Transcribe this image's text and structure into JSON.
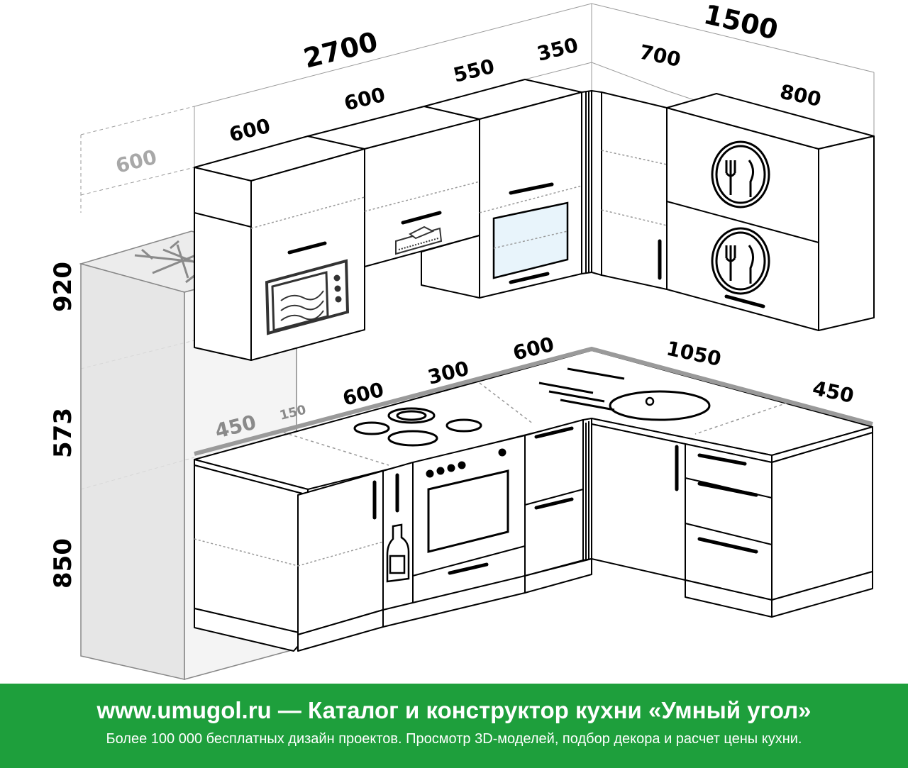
{
  "dimensions": {
    "upper_total": "2700",
    "right_total": "1500",
    "upper_1": "600",
    "upper_2": "600",
    "upper_3": "550",
    "upper_4": "350",
    "right_upper_1": "700",
    "right_upper_2": "800",
    "fridge_depth": "600",
    "height_upper": "920",
    "height_mid": "573",
    "height_base": "850",
    "base_1": "450",
    "base_2": "150",
    "base_3": "600",
    "base_4": "300",
    "base_5": "600",
    "right_base_1": "1050",
    "right_base_2": "450"
  },
  "colors": {
    "footer_bg": "#1e9f3c",
    "footer_text": "#ffffff",
    "line": "#000000",
    "fridge": "#e6e6e6",
    "glass": "#e8f4fb"
  },
  "icons": [
    "snowflake-icon",
    "microwave-icon",
    "range-hood-icon",
    "oven-icon",
    "cooktop-icon",
    "bottle-icon",
    "sink-icon",
    "cutlery-plate-icon"
  ],
  "footer": {
    "headline": "www.umugol.ru — Каталог и конструктор кухни «Умный угол»",
    "subline": "Более 100 000 бесплатных дизайн проектов. Просмотр 3D-моделей, подбор декора и расчет цены кухни."
  }
}
